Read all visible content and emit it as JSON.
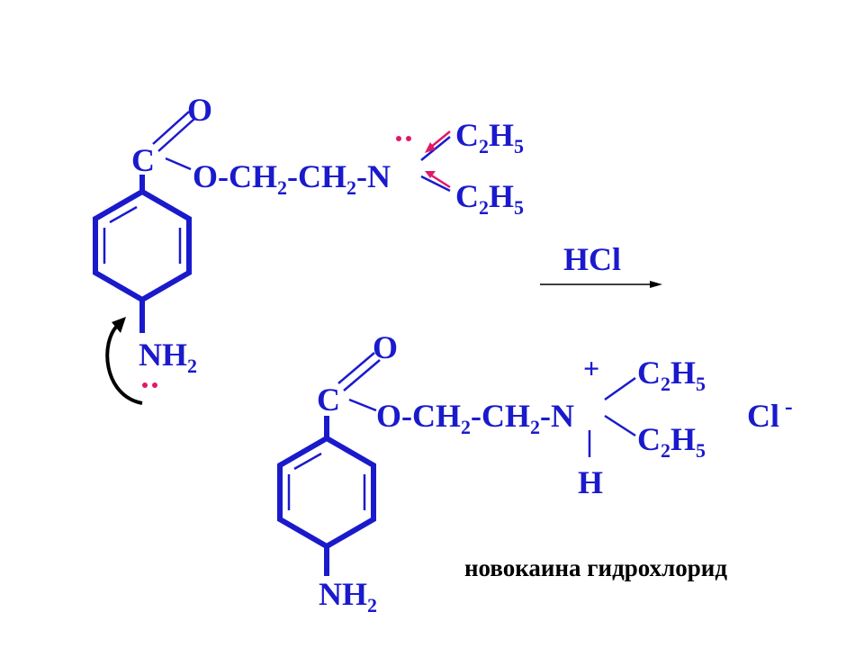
{
  "reactant": {
    "oxygen": "O",
    "carbon": "C",
    "chain_parts": [
      "O-CH",
      "2",
      "-CH",
      "2",
      "-N"
    ],
    "ethyl_top": [
      "C",
      "2",
      "H",
      "5"
    ],
    "ethyl_bottom": [
      "C",
      "2",
      "H",
      "5"
    ],
    "amine": [
      "NH",
      "2"
    ],
    "lone_pair": "..",
    "colors": {
      "structure": "#1a1acc",
      "lone_pair": "#e0186a",
      "arrow": "#000000"
    }
  },
  "reagent": {
    "label": "HCl"
  },
  "product": {
    "oxygen": "O",
    "carbon": "C",
    "chain_parts": [
      "O-CH",
      "2",
      "-CH",
      "2",
      "-N"
    ],
    "ethyl_top": [
      "C",
      "2",
      "H",
      "5"
    ],
    "ethyl_bottom": [
      "C",
      "2",
      "H",
      "5"
    ],
    "charge_plus": "+",
    "hydrogen": "H",
    "amine": [
      "NH",
      "2"
    ],
    "counterion": {
      "symbol": "Cl",
      "charge": "-"
    },
    "name": "новокаина гидрохлорид",
    "colors": {
      "structure": "#1a1acc",
      "name": "#000000"
    }
  }
}
